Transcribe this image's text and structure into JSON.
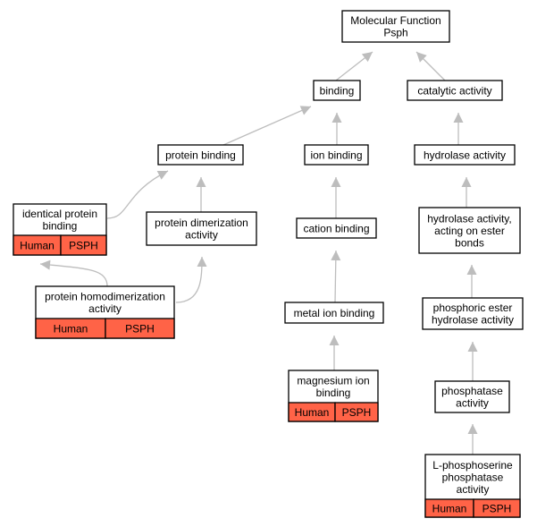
{
  "colors": {
    "annotation": "#ff6347",
    "edge": "#bdbdbd",
    "border": "#000000",
    "background": "#ffffff"
  },
  "nodes": {
    "root": {
      "lines": [
        "Molecular Function",
        "Psph"
      ]
    },
    "binding": {
      "lines": [
        "binding"
      ]
    },
    "catalytic": {
      "lines": [
        "catalytic activity"
      ]
    },
    "protein_binding": {
      "lines": [
        "protein binding"
      ]
    },
    "ion_binding": {
      "lines": [
        "ion binding"
      ]
    },
    "hydrolase": {
      "lines": [
        "hydrolase activity"
      ]
    },
    "identical": {
      "lines": [
        "identical protein",
        "binding"
      ],
      "tags": [
        "Human",
        "PSPH"
      ]
    },
    "dimerization": {
      "lines": [
        "protein dimerization",
        "activity"
      ]
    },
    "cation": {
      "lines": [
        "cation binding"
      ]
    },
    "ester": {
      "lines": [
        "hydrolase activity,",
        "acting on ester",
        "bonds"
      ]
    },
    "homodimerization": {
      "lines": [
        "protein homodimerization",
        "activity"
      ],
      "tags": [
        "Human",
        "PSPH"
      ]
    },
    "metal": {
      "lines": [
        "metal ion binding"
      ]
    },
    "phosphoric": {
      "lines": [
        "phosphoric ester",
        "hydrolase activity"
      ]
    },
    "magnesium": {
      "lines": [
        "magnesium ion",
        "binding"
      ],
      "tags": [
        "Human",
        "PSPH"
      ]
    },
    "phosphatase": {
      "lines": [
        "phosphatase",
        "activity"
      ]
    },
    "lphospho": {
      "lines": [
        "L-phosphoserine",
        "phosphatase",
        "activity"
      ],
      "tags": [
        "Human",
        "PSPH"
      ]
    }
  },
  "edges": [
    [
      "binding",
      "root"
    ],
    [
      "catalytic",
      "root"
    ],
    [
      "protein_binding",
      "binding"
    ],
    [
      "ion_binding",
      "binding"
    ],
    [
      "hydrolase",
      "catalytic"
    ],
    [
      "identical",
      "protein_binding"
    ],
    [
      "dimerization",
      "protein_binding"
    ],
    [
      "cation",
      "ion_binding"
    ],
    [
      "ester",
      "hydrolase"
    ],
    [
      "homodimerization",
      "identical"
    ],
    [
      "homodimerization",
      "dimerization"
    ],
    [
      "metal",
      "cation"
    ],
    [
      "phosphoric",
      "ester"
    ],
    [
      "magnesium",
      "metal"
    ],
    [
      "phosphatase",
      "phosphoric"
    ],
    [
      "lphospho",
      "phosphatase"
    ]
  ]
}
